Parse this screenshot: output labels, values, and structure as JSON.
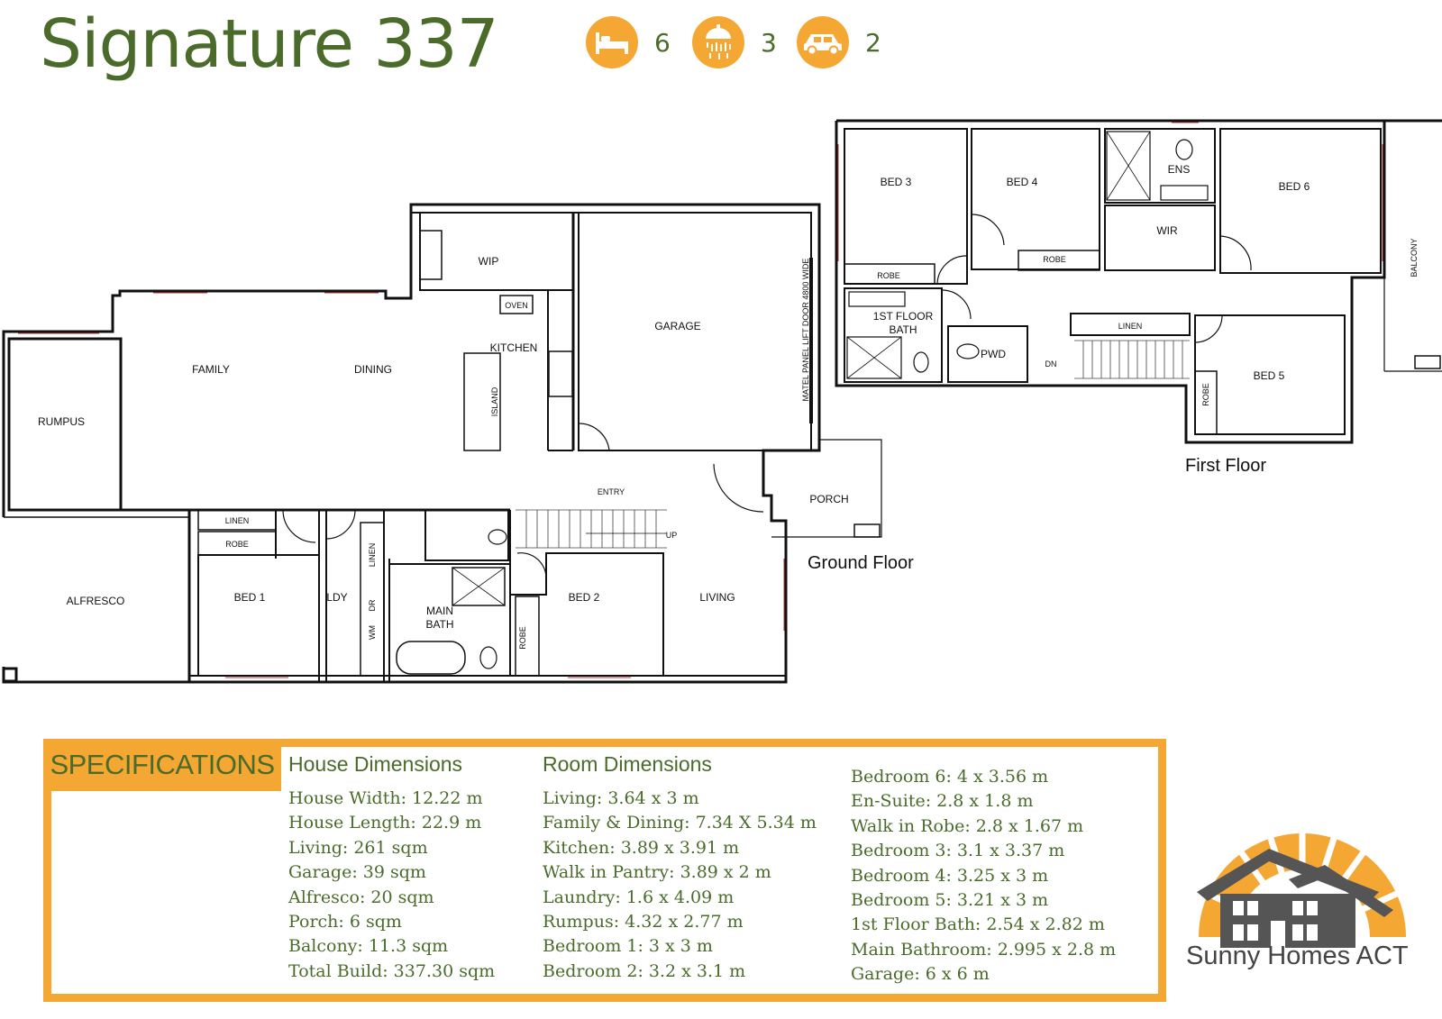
{
  "header": {
    "title": "Signature 337",
    "features": [
      {
        "icon": "bed-icon",
        "count": "6"
      },
      {
        "icon": "shower-icon",
        "count": "3"
      },
      {
        "icon": "car-icon",
        "count": "2"
      }
    ]
  },
  "colors": {
    "accent": "#f4a833",
    "brand_green": "#4a6b2a",
    "wall": "#111111",
    "logo_gray": "#555555"
  },
  "ground_floor": {
    "label": "Ground Floor",
    "rooms": {
      "rumpus": "RUMPUS",
      "family": "FAMILY",
      "dining": "DINING",
      "kitchen": "KITCHEN",
      "island": "ISLAND",
      "wip": "WIP",
      "oven": "OVEN",
      "garage": "GARAGE",
      "garage_door": "MATEL PANEL LIFT DOOR 4800 WIDE",
      "entry": "ENTRY",
      "up": "UP",
      "porch": "PORCH",
      "alfresco": "ALFRESCO",
      "linen": "LINEN",
      "robe1": "ROBE",
      "bed1": "BED 1",
      "ldy": "LDY",
      "linen2": "LINEN",
      "dr": "DR",
      "wm": "WM",
      "main_bath_1": "MAIN",
      "main_bath_2": "BATH",
      "robe2": "ROBE",
      "bed2": "BED 2",
      "living": "LIVING"
    }
  },
  "first_floor": {
    "label": "First Floor",
    "rooms": {
      "bed3": "BED 3",
      "bed4": "BED 4",
      "ens": "ENS",
      "bed6": "BED 6",
      "wir": "WIR",
      "robe3": "ROBE",
      "robe4": "ROBE",
      "balcony": "BALCONY",
      "bath_1": "1ST FLOOR",
      "bath_2": "BATH",
      "pwd": "PWD",
      "dn": "DN",
      "linen": "LINEN",
      "robe5": "ROBE",
      "bed5": "BED 5"
    }
  },
  "specifications": {
    "title": "SPECIFICATIONS",
    "house": {
      "header": "House Dimensions",
      "items": [
        "House Width: 12.22 m",
        "House Length: 22.9 m",
        "Living: 261 sqm",
        "Garage: 39 sqm",
        "Alfresco: 20 sqm",
        "Porch: 6 sqm",
        "Balcony: 11.3 sqm",
        "Total Build: 337.30 sqm"
      ]
    },
    "rooms": {
      "header": "Room Dimensions",
      "items": [
        "Living: 3.64 x 3 m",
        "Family & Dining: 7.34 X 5.34 m",
        "Kitchen: 3.89 x 3.91 m",
        "Walk in Pantry: 3.89 x 2 m",
        "Laundry: 1.6 x 4.09 m",
        "Rumpus: 4.32 x 2.77 m",
        "Bedroom 1: 3 x 3 m",
        "Bedroom 2: 3.2 x 3.1 m"
      ]
    },
    "rooms2": {
      "items": [
        "Bedroom 6: 4 x 3.56 m",
        "En-Suite: 2.8 x 1.8 m",
        "Walk in Robe: 2.8 x 1.67 m",
        "Bedroom 3: 3.1 x 3.37 m",
        "Bedroom 4: 3.25 x 3 m",
        "Bedroom 5: 3.21 x 3 m",
        "1st Floor Bath: 2.54 x 2.82 m",
        "Main Bathroom: 2.995 x 2.8 m",
        "Garage: 6 x 6 m"
      ]
    }
  },
  "logo": {
    "text": "Sunny Homes ACT"
  }
}
